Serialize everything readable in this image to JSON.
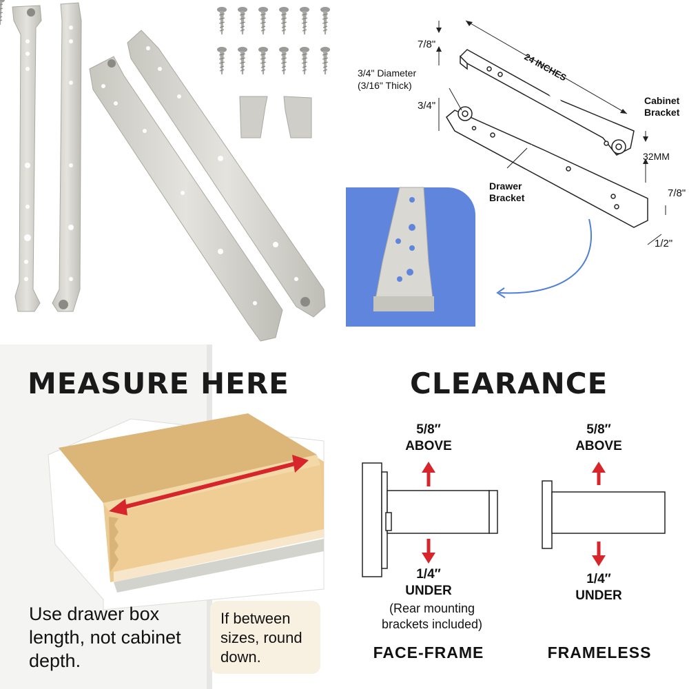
{
  "diagram": {
    "length": "24 INCHES",
    "top_height": "7/8\"",
    "diameter_label": "3/4\" Diameter",
    "thickness_label": "(3/16\" Thick)",
    "wheel_offset": "3/4\"",
    "cabinet_bracket": "Cabinet Bracket",
    "spacing": "32MM",
    "drawer_bracket": "Drawer Bracket",
    "bottom_height": "7/8\"",
    "bottom_width": "1/2\""
  },
  "measure": {
    "title": "MEASURE HERE",
    "instruction": "Use drawer box length, not cabinet depth.",
    "tip": "If between sizes, round down."
  },
  "clearance": {
    "title": "CLEARANCE",
    "face_frame": {
      "above_value": "5/8″",
      "above_word": "ABOVE",
      "under_value": "1/4″",
      "under_word": "UNDER",
      "note": "(Rear mounting brackets included)",
      "label": "FACE-FRAME"
    },
    "frameless": {
      "above_value": "5/8″",
      "above_word": "ABOVE",
      "under_value": "1/4″",
      "under_word": "UNDER",
      "label": "FRAMELESS"
    }
  },
  "colors": {
    "rail": "#d9d8d2",
    "rail_shadow": "#b9b8b1",
    "arrow_red": "#d7262b",
    "inset_blue": "#5f86dc",
    "wood": "#e9c88f",
    "curve_arrow": "#4f7fd6"
  }
}
